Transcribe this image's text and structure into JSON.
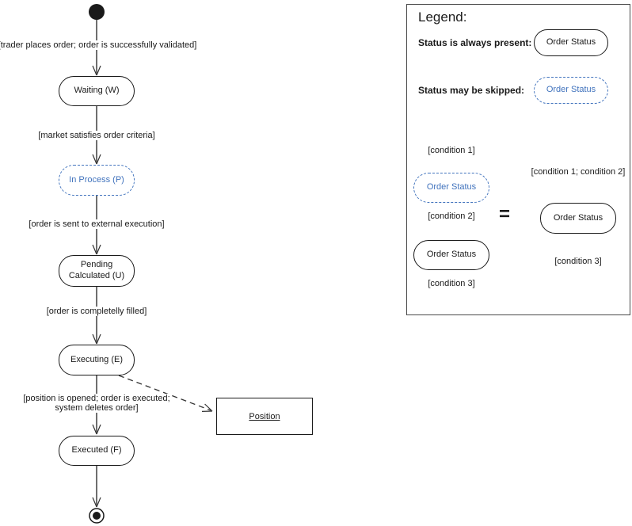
{
  "colors": {
    "accent_blue": "#4173bd",
    "flow_line_gray": "#6e6e6e",
    "border_black": "#1a1a1a"
  },
  "diagram": {
    "states": {
      "waiting": {
        "label": "Waiting (W)",
        "style": "solid"
      },
      "in_process": {
        "label": "In Process (P)",
        "style": "dashed-skippable"
      },
      "pending": {
        "label": "Pending Calculated (U)",
        "style": "solid"
      },
      "executing": {
        "label": "Executing (E)",
        "style": "solid"
      },
      "executed": {
        "label": "Executed (F)",
        "style": "solid"
      }
    },
    "transitions": {
      "t1": "[trader places order; order is successfully validated]",
      "t2": "[market satisfies order criteria]",
      "t3": "[order is sent to external execution]",
      "t4": "[order is completelly filled]",
      "t5_line1": "[position is opened; order is executed;",
      "t5_line2": "system deletes order]"
    },
    "position_box": {
      "label": "Position"
    }
  },
  "legend": {
    "title": "Legend:",
    "always_present_label": "Status is always present:",
    "always_present_state": "Order Status",
    "may_skip_label": "Status may be skipped:",
    "may_skip_state": "Order Status",
    "example": {
      "left": {
        "condition1": "[condition 1]",
        "skippable_state": "Order Status",
        "condition2": "[condition 2]",
        "state": "Order Status",
        "condition3": "[condition 3]"
      },
      "equals": "=",
      "right": {
        "condition12": "[condition 1; condition 2]",
        "state": "Order Status",
        "condition3": "[condition 3]"
      }
    }
  }
}
